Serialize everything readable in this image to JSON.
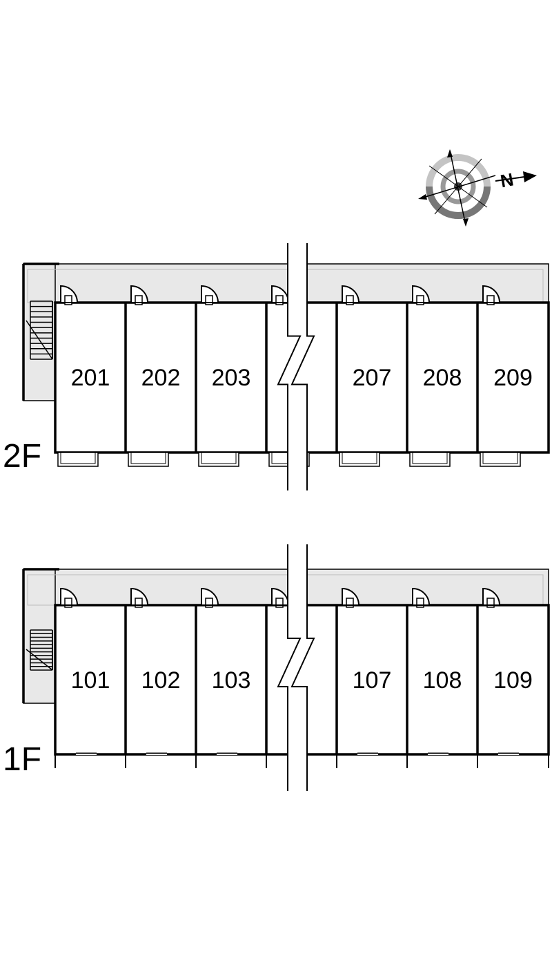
{
  "compass": {
    "north_label": "N"
  },
  "floors": [
    {
      "id": "2f",
      "label": "2F",
      "rooms": [
        "201",
        "202",
        "203",
        "207",
        "208",
        "209"
      ]
    },
    {
      "id": "1f",
      "label": "1F",
      "rooms": [
        "101",
        "102",
        "103",
        "107",
        "108",
        "109"
      ]
    }
  ]
}
